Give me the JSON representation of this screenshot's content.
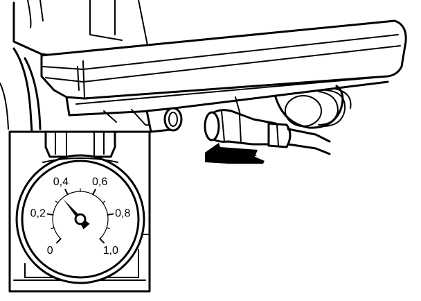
{
  "gauge": {
    "scale_labels": [
      {
        "text": "0",
        "value": 0.0
      },
      {
        "text": "0,2",
        "value": 0.2
      },
      {
        "text": "0,4",
        "value": 0.4
      },
      {
        "text": "0,6",
        "value": 0.6
      },
      {
        "text": "0,8",
        "value": 0.8
      },
      {
        "text": "1,0",
        "value": 1.0
      }
    ],
    "needle_value": 0.35,
    "scale_min": 0.0,
    "scale_max": 1.0
  }
}
